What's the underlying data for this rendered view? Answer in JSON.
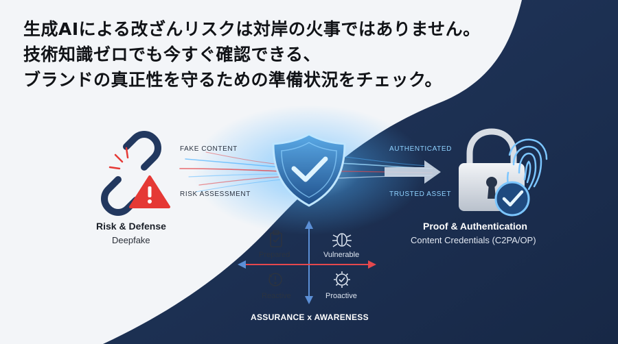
{
  "headline": {
    "line1": "生成AIによる改ざんリスクは対岸の火事ではありません。",
    "line2": "技術知識ゼロでも今すぐ確認できる、",
    "line3": "ブランドの真正性を守るための準備状況をチェック。"
  },
  "left_panel": {
    "label_top": "FAKE CONTENT",
    "label_bottom": "RISK ASSESSMENT",
    "title": "Risk & Defense",
    "subtitle": "Deepfake",
    "icons": [
      "broken-link-icon",
      "warning-icon"
    ]
  },
  "center": {
    "icon": "shield-check-icon"
  },
  "right_panel": {
    "label_top": "AUTHENTICATED",
    "label_bottom": "TRUSTED ASSET",
    "title": "Proof & Authentication",
    "subtitle": "Content Credentials (C2PA/OP)",
    "icons": [
      "padlock-icon",
      "fingerprint-icon",
      "check-badge-icon"
    ]
  },
  "matrix": {
    "axis_title": "ASSURANCE x AWARENESS",
    "quadrants": {
      "top_left": "Prepared",
      "top_right": "Vulnerable",
      "bottom_left": "Reactive",
      "bottom_right": "Proactive"
    },
    "icons": [
      "clipboard-icon",
      "bug-icon",
      "alert-clock-icon",
      "gear-check-icon"
    ]
  },
  "colors": {
    "navy": "#1c2f52",
    "light_bg": "#f3f5f8",
    "accent_blue": "#4fb3ff",
    "alert_red": "#e53935",
    "arrow_red": "#e5484d"
  }
}
